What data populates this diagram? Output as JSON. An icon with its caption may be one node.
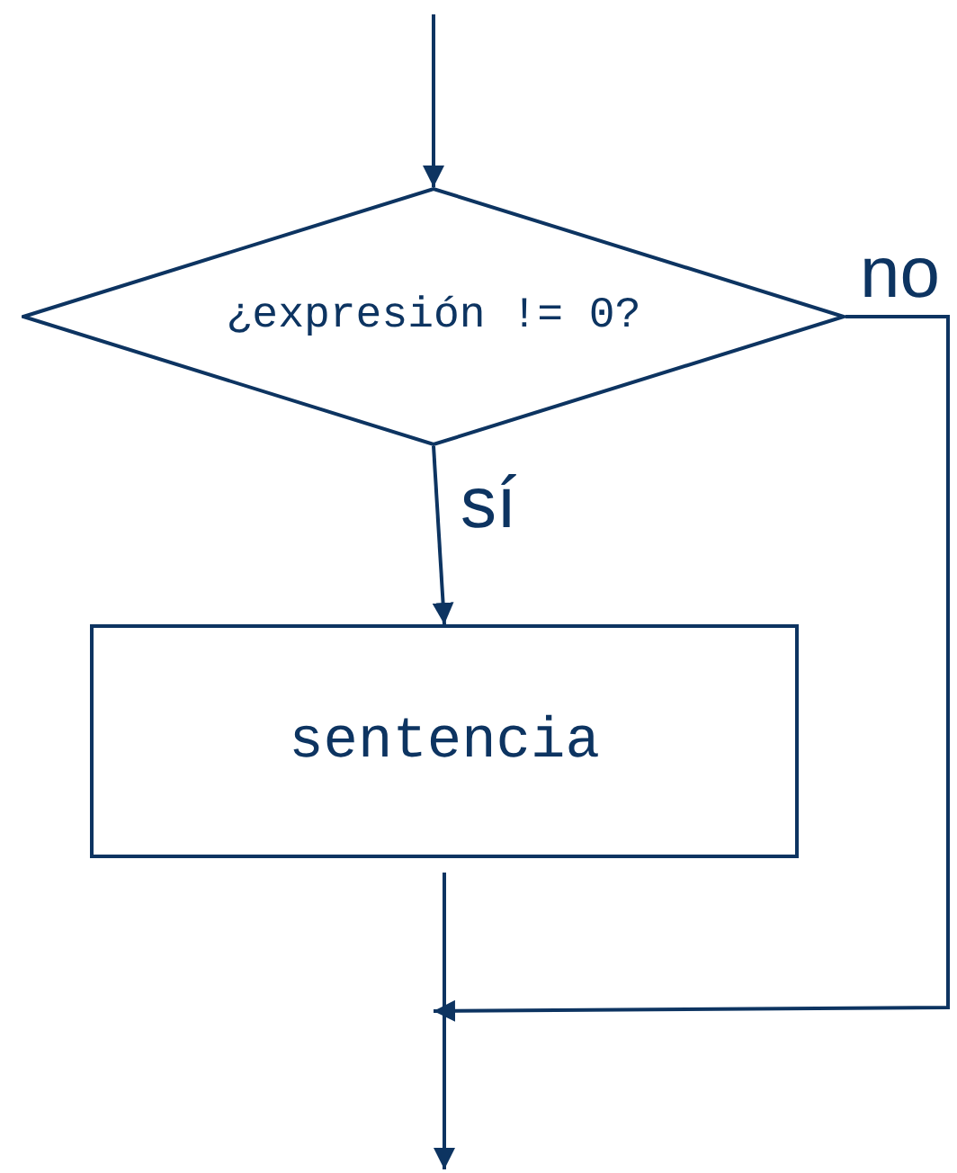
{
  "diagram": {
    "nodes": [
      {
        "text": [
          "¿expresión != 0?"
        ]
      },
      {
        "text": [
          "sentencia"
        ]
      }
    ],
    "edges": [
      {
        "from": null,
        "to": 0,
        "arrow": "to"
      },
      {
        "from": 0,
        "to": 1,
        "arrow": "to",
        "label": "sí"
      },
      {
        "from": 1,
        "to": null,
        "arrow": "to"
      },
      {
        "from": 0,
        "to": null,
        "arrow": "to",
        "label": "no"
      }
    ]
  }
}
